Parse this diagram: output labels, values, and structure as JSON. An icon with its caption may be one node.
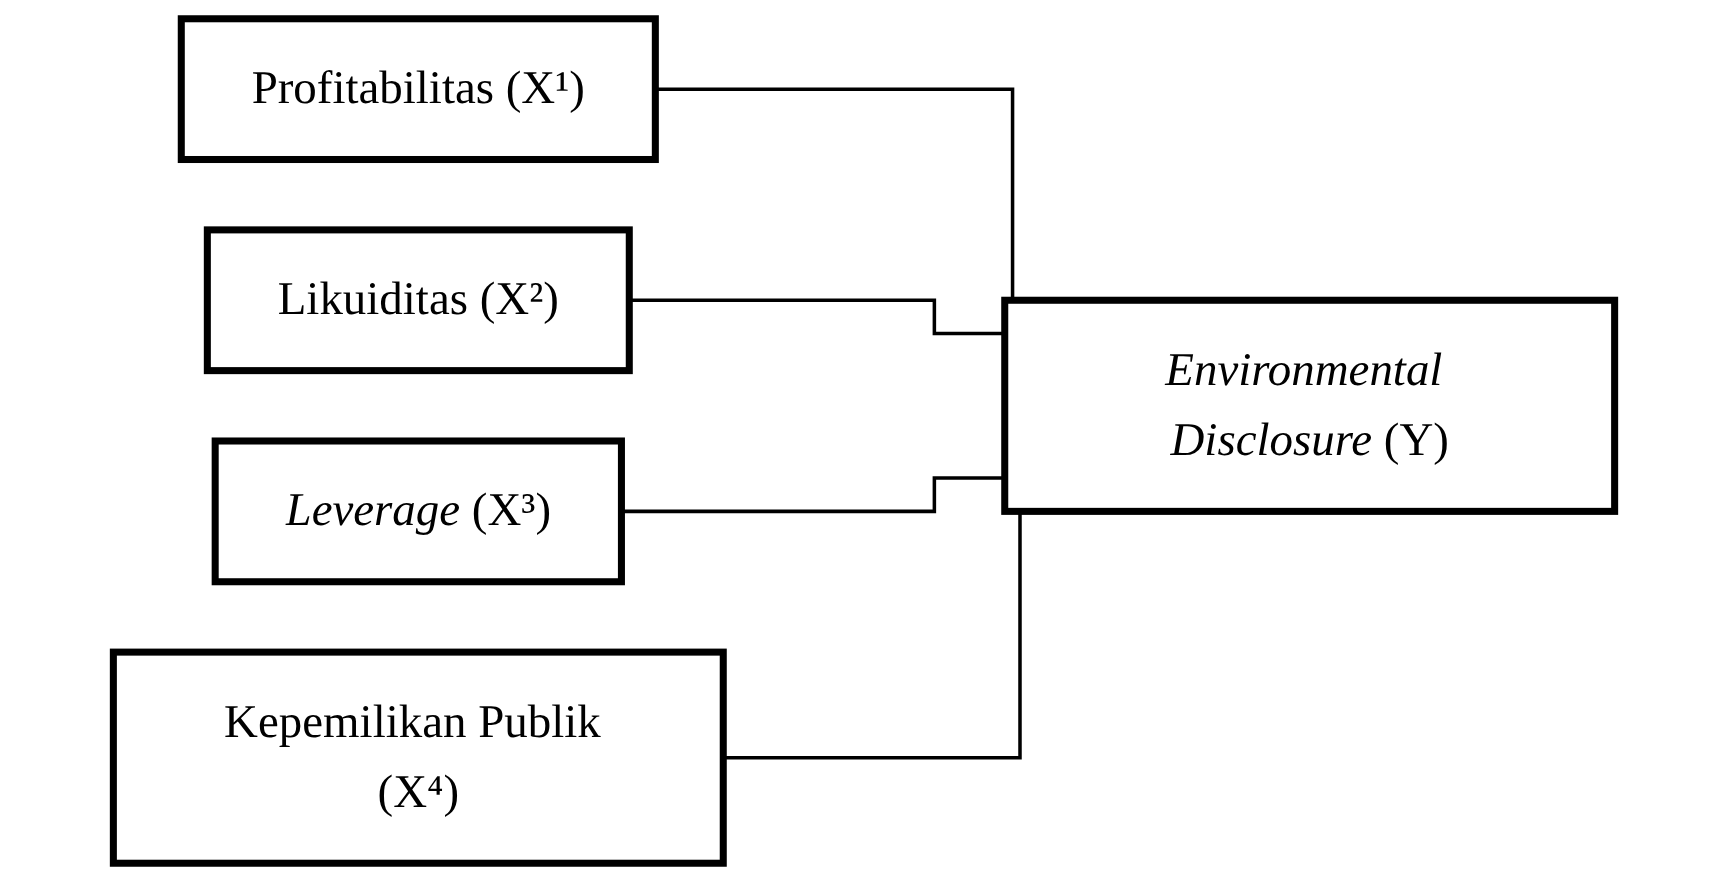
{
  "diagram": {
    "nodes": [
      {
        "text": [
          "Profitabilitas (X¹)"
        ]
      },
      {
        "text": [
          "Likuiditas (X²)"
        ]
      },
      {
        "text": [
          "*Leverage* (X³)"
        ]
      },
      {
        "text": [
          "Kepemilikan Publik (X⁴)"
        ]
      },
      {
        "text": [
          "*Environmental Disclosure* (Y)"
        ]
      }
    ],
    "edges": [
      {
        "from": 0,
        "to": 4,
        "arrow": "none"
      },
      {
        "from": 1,
        "to": 4,
        "arrow": "none"
      },
      {
        "from": 2,
        "to": 4,
        "arrow": "none"
      },
      {
        "from": 3,
        "to": 4,
        "arrow": "none"
      }
    ]
  }
}
